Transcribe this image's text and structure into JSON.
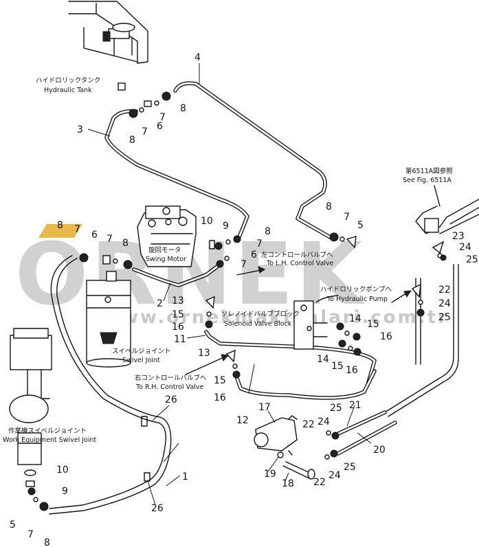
{
  "labels": {
    "hydraulic_tank_jp": "ハイドロリックタンク",
    "hydraulic_tank_en": "Hydraulic Tank",
    "see_fig_jp": "第6511A図参照",
    "see_fig_en": "See Fig. 6511A",
    "swing_motor_jp": "旋回モータ",
    "swing_motor_en": "Swing Motor",
    "lh_valve_jp": "左コントロールバルブへ",
    "lh_valve_en": "To L.H. Control Valve",
    "pump_jp": "ハイドロリックポンプへ",
    "pump_en": "To Hydraulic Pump",
    "solenoid_jp": "ソレノイドバルブブロック",
    "solenoid_en": "Solenoid Valve Block",
    "swivel_jp": "スイベルジョイント",
    "swivel_en": "Swivel Joint",
    "rh_valve_jp": "右コントロールバルブへ",
    "rh_valve_en": "To R.H. Control Valve",
    "work_swivel_jp": "作業機スイベルジョイント",
    "work_swivel_en": "Work Equipment Swivel Joint"
  },
  "callouts": {
    "c1": "1",
    "c2": "2",
    "c3": "3",
    "c4": "4",
    "c5a": "5",
    "c5b": "5",
    "c6a": "6",
    "c6b": "6",
    "c6c": "6",
    "c7a": "7",
    "c7b": "7",
    "c7c": "7",
    "c7d": "7",
    "c7e": "7",
    "c7f": "7",
    "c7g": "7",
    "c7h": "7",
    "c8a": "8",
    "c8b": "8",
    "c8c": "8",
    "c8d": "8",
    "c8e": "8",
    "c8f": "8",
    "c8g": "8",
    "c9a": "9",
    "c9b": "9",
    "c10a": "10",
    "c10b": "10",
    "c11": "11",
    "c12": "12",
    "c13a": "13",
    "c13b": "13",
    "c14a": "14",
    "c14b": "14",
    "c15a": "15",
    "c15b": "15",
    "c15c": "15",
    "c15d": "15",
    "c16a": "16",
    "c16b": "16",
    "c16c": "16",
    "c16d": "16",
    "c17": "17",
    "c18": "18",
    "c19": "19",
    "c20": "20",
    "c21": "21",
    "c22a": "22",
    "c22b": "22",
    "c22c": "22",
    "c23": "23",
    "c24a": "24",
    "c24b": "24",
    "c24c": "24",
    "c24d": "24",
    "c25a": "25",
    "c25b": "25",
    "c25c": "25",
    "c25d": "25",
    "c26a": "26",
    "c26b": "26"
  },
  "watermark": {
    "brand": "ORNEK",
    "url": "www.ornekmakinalari.com.tr"
  }
}
